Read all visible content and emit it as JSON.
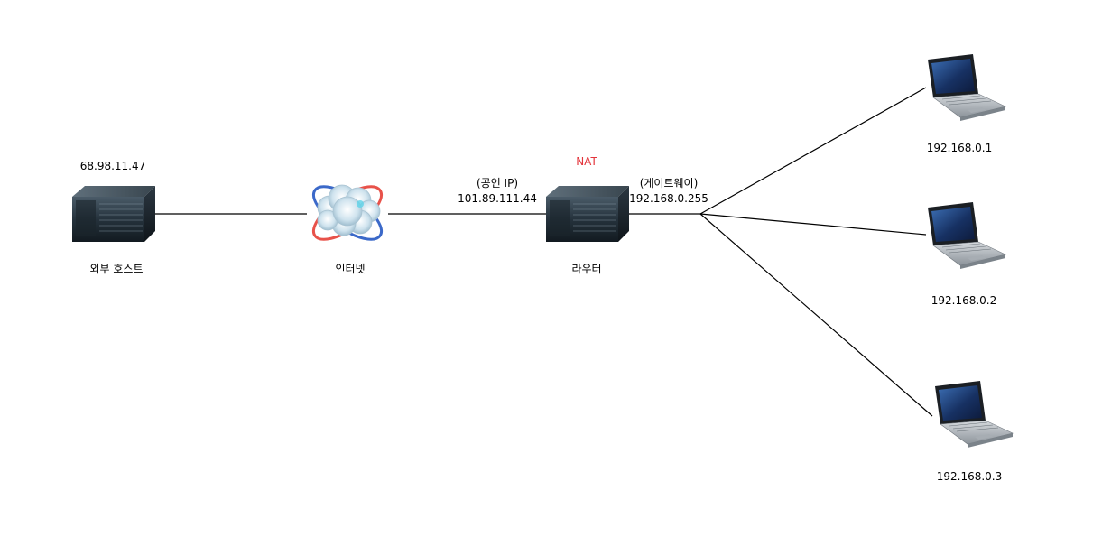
{
  "colors": {
    "background": "#ffffff",
    "line": "#000000",
    "nat_label": "#e3343b",
    "server_body": "#2a3a46",
    "cloud_ring_red": "#e8524a",
    "cloud_ring_blue": "#3b69c9",
    "laptop_screen": "#1e3a6e",
    "laptop_body": "#b9bec4"
  },
  "nodes": {
    "external_host": {
      "icon": "server-icon",
      "ip": "68.98.11.47",
      "label": "외부 호스트"
    },
    "internet": {
      "icon": "cloud-globe-icon",
      "label": "인터넷"
    },
    "router": {
      "icon": "server-icon",
      "label": "라우터",
      "nat": "NAT",
      "public_ip_caption": "(공인 IP)",
      "public_ip": "101.89.111.44",
      "gateway_caption": "(게이트웨이)",
      "gateway_ip": "192.168.0.255"
    },
    "laptops": [
      {
        "icon": "laptop-icon",
        "ip": "192.168.0.1"
      },
      {
        "icon": "laptop-icon",
        "ip": "192.168.0.2"
      },
      {
        "icon": "laptop-icon",
        "ip": "192.168.0.3"
      }
    ]
  }
}
